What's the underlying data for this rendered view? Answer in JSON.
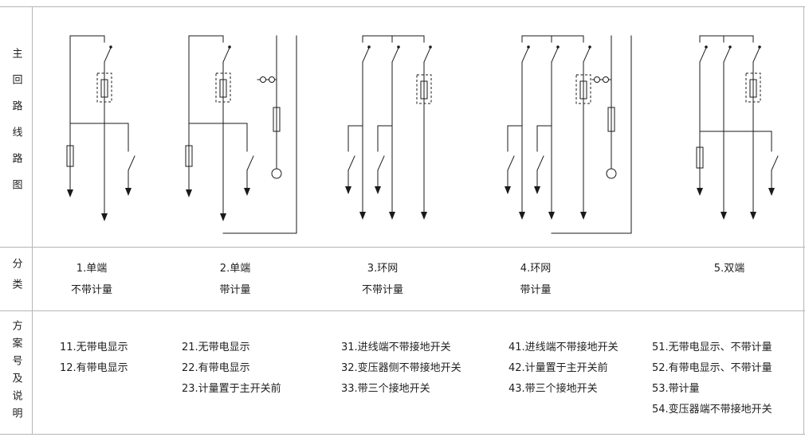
{
  "colors": {
    "background": "#ffffff",
    "diagram_line": "#1a1a1a",
    "table_border": "#b5b5b5",
    "text": "#1f1f1f"
  },
  "row_headers": {
    "main_circuit": "主回路线路图",
    "category": "分类",
    "scheme": "方案号及说明"
  },
  "categories": [
    {
      "line1": "1.单端",
      "line2": "不带计量"
    },
    {
      "line1": "2.单端",
      "line2": "带计量"
    },
    {
      "line1": "3.环网",
      "line2": "不带计量"
    },
    {
      "line1": "4.环网",
      "line2": "带计量"
    },
    {
      "line1": "5.双端",
      "line2": ""
    }
  ],
  "schemes": {
    "col1": [
      "11.无带电显示",
      "12.有带电显示"
    ],
    "col2": [
      "21.无带电显示",
      "22.有带电显示",
      "23.计量置于主开关前"
    ],
    "col3": [
      "31.进线端不带接地开关",
      "32.变压器侧不带接地开关",
      "33.带三个接地开关"
    ],
    "col4": [
      "41.进线端不带接地开关",
      "42.计量置于主开关前",
      "43.带三个接地开关"
    ],
    "col5": [
      "51.无带电显示、不带计量",
      "52.有带电显示、不带计量",
      "53.带计量",
      "54.变压器端不带接地开关"
    ]
  },
  "diagram_symbols": {
    "load_switch": "load-switch-icon",
    "fuse": "fuse-icon",
    "fuse_canister": "fuse-canister-icon",
    "voltage_transformer": "voltage-transformer-icon",
    "plug_connector": "plug-connector-icon",
    "cable_arrow": "cable-arrow-icon"
  }
}
